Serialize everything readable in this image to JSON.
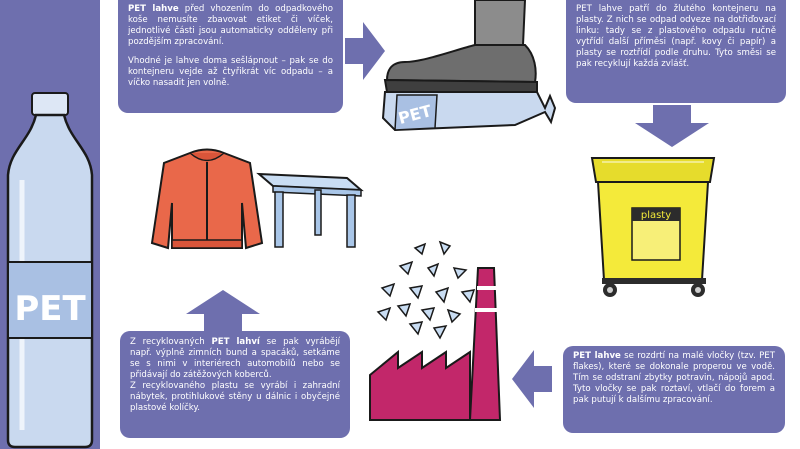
{
  "colors": {
    "primary": "#6e6fae",
    "bottle": "#c9d9ef",
    "bin_yellow": "#f4ea3a",
    "jacket": "#e9684a",
    "table": "#a9c6e8",
    "factory": "#c2276a"
  },
  "bottle": {
    "label": "PET"
  },
  "box1": {
    "bold": "PET lahve",
    "text": " před vhozením do odpadkového koše nemusíte zbavovat etiket či víček, jednotlivé části jsou automaticky odděleny při pozdějším zpracování.",
    "text2": "Vhodné je lahve doma sešlápnout – pak se do kontejneru vejde až čtyřikrát víc odpadu – a víčko nasadit jen volně."
  },
  "box2": {
    "text": "PET lahve patří do žlutého kontejneru na plasty. Z nich se odpad odveze na dotřiďovací linku: tady se z plastového odpadu ručně vytřídí další příměsi (např. kovy či papír) a plasty se roztřídí podle druhu. Tyto směsi se pak recyklují každá zvlášť."
  },
  "bin": {
    "label": "plasty"
  },
  "box3": {
    "bold": "PET lahve",
    "text": " se rozdrtí na malé vločky (tzv. PET flakes), které se dokonale properou ve vodě. Tím se odstraní zbytky potravin, nápojů apod. Tyto vločky se pak roztaví, vtlačí do forem a pak putují k dalšímu zpracování."
  },
  "box4": {
    "text_a": "Z recyklovaných ",
    "bold": "PET lahví",
    "text_b": " se pak vyrábějí např. výplně zimních bund a spacáků, setkáme se s nimi v interiérech automobilů nebo se přidávají do zátěžových koberců.",
    "text2": "Z recyklovaného plastu se vyrábí i zahradní nábytek, protihlukové stěny u dálnic i obyčejné plastové kolíčky."
  },
  "crushed_bottle": {
    "label": "PET"
  }
}
